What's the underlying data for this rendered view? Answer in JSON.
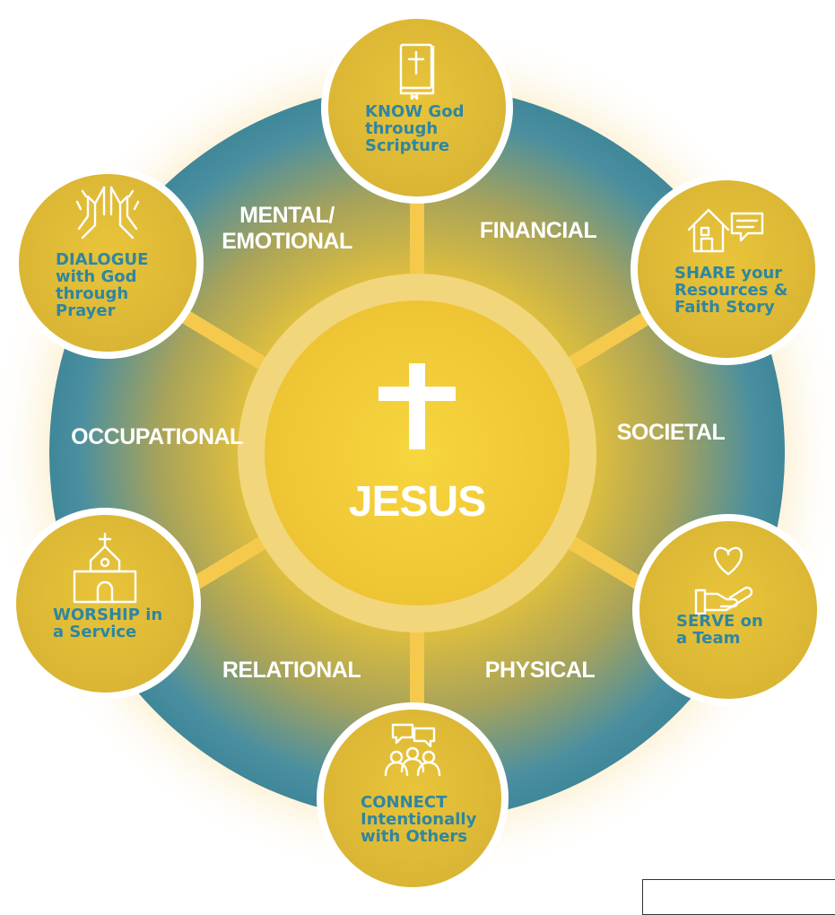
{
  "center": {
    "label": "JESUS",
    "icon": "cross-icon"
  },
  "areas": [
    {
      "id": "mental",
      "lines": [
        "MENTAL/",
        "EMOTIONAL"
      ]
    },
    {
      "id": "financial",
      "lines": [
        "FINANCIAL"
      ]
    },
    {
      "id": "societal",
      "lines": [
        "SOCIETAL"
      ]
    },
    {
      "id": "physical",
      "lines": [
        "PHYSICAL"
      ]
    },
    {
      "id": "relational",
      "lines": [
        "RELATIONAL"
      ]
    },
    {
      "id": "occupational",
      "lines": [
        "OCCUPATIONAL"
      ]
    }
  ],
  "practices": [
    {
      "id": "know",
      "icon": "bible-icon",
      "lines": [
        "KNOW God",
        "through",
        "Scripture"
      ]
    },
    {
      "id": "share",
      "icon": "house-speech-icon",
      "lines": [
        "SHARE your",
        "Resources &",
        "Faith Story"
      ]
    },
    {
      "id": "serve",
      "icon": "heart-hand-icon",
      "lines": [
        "SERVE on",
        "a Team"
      ]
    },
    {
      "id": "connect",
      "icon": "people-chat-icon",
      "lines": [
        "CONNECT",
        "Intentionally",
        "with Others"
      ]
    },
    {
      "id": "worship",
      "icon": "church-icon",
      "lines": [
        "WORSHIP in",
        "a Service"
      ]
    },
    {
      "id": "dialogue",
      "icon": "praying-hands-icon",
      "lines": [
        "DIALOGUE",
        "with God",
        "through",
        "Prayer"
      ]
    }
  ],
  "colors": {
    "teal_ring": "#4a8fa0",
    "olive_ring": "#a8a35a",
    "gold_circle": "#e3bd35",
    "center_yellow": "#f3cd3a",
    "glow": "#f8d98a",
    "node_text": "#2f86a0",
    "white": "#ffffff"
  }
}
